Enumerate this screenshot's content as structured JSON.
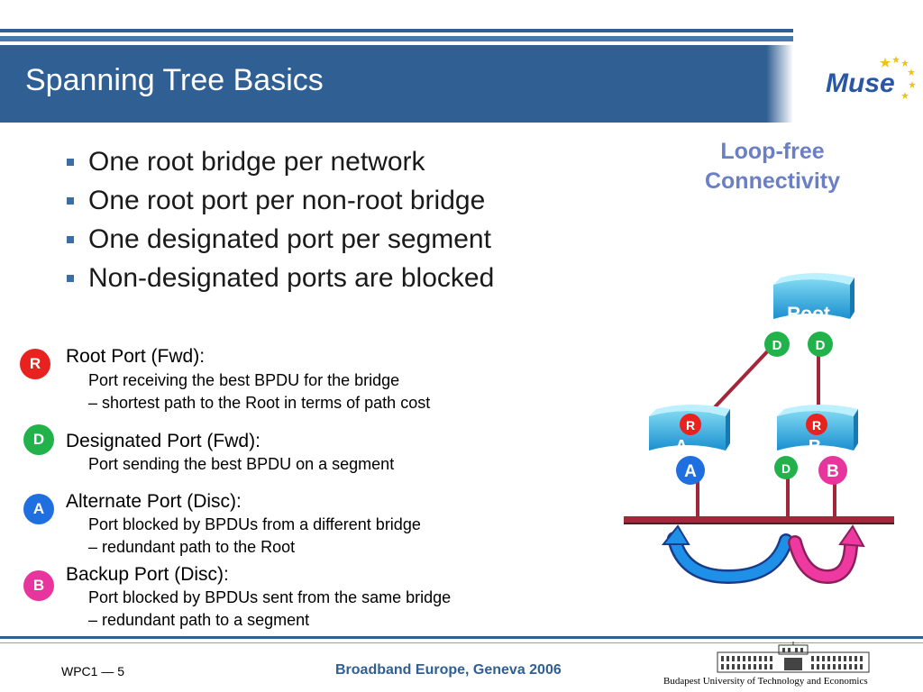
{
  "slide": {
    "title": "Spanning Tree Basics",
    "logo_text": "Muse",
    "bullets": [
      "One root bridge per network",
      "One root port per non-root bridge",
      "One designated port per segment",
      "Non-designated ports are blocked"
    ],
    "side_note": {
      "line1": "Loop-free",
      "line2": "Connectivity"
    },
    "legend": [
      {
        "badge": "R",
        "title": "Root Port (Fwd):",
        "lines": [
          "Port receiving the best BPDU for the bridge",
          "– shortest path to the Root in terms of path cost"
        ]
      },
      {
        "badge": "D",
        "title": "Designated Port (Fwd):",
        "lines": [
          "Port sending the best BPDU on a segment"
        ]
      },
      {
        "badge": "A",
        "title": "Alternate Port (Disc):",
        "lines": [
          "Port blocked by BPDUs from a different bridge",
          "– redundant path to the Root"
        ]
      },
      {
        "badge": "B",
        "title": "Backup Port (Disc):",
        "lines": [
          "Port blocked by BPDUs sent from the same bridge",
          "– redundant path to a segment"
        ]
      }
    ]
  },
  "diagram": {
    "root_label": "Root",
    "bridge_a_label": "A",
    "bridge_b_label": "B",
    "port_d": "D",
    "port_r": "R",
    "port_a": "A",
    "port_b": "B"
  },
  "colors": {
    "header_blue": "#2f5f93",
    "root_port": "#e8231f",
    "designated_port": "#22b24c",
    "alternate_port": "#1f6fe0",
    "backup_port": "#e8359d",
    "link_red": "#a3263a"
  },
  "footer": {
    "left": "WPC1 — 5",
    "center": "Broadband Europe, Geneva 2006",
    "right": "Budapest University of Technology and Economics"
  }
}
